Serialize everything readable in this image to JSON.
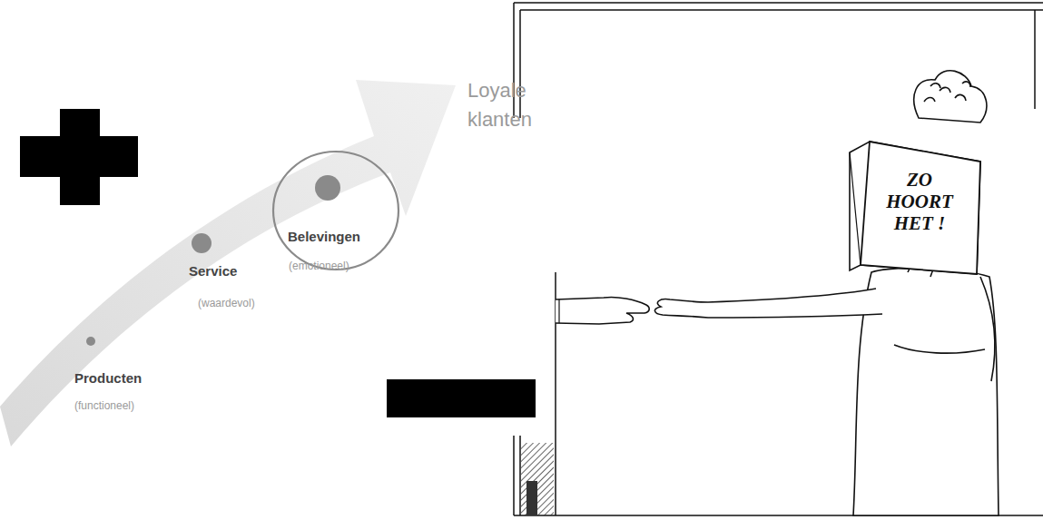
{
  "diagram": {
    "nodes": [
      {
        "text": [
          "Belevingen",
          "(emotioneel)"
        ]
      },
      {
        "text": [
          "ZO HOORT HET !"
        ]
      }
    ],
    "labels": [
      "Loyale klanten",
      "Producten",
      "(functioneel)",
      "Service",
      "(waardevol)"
    ]
  }
}
